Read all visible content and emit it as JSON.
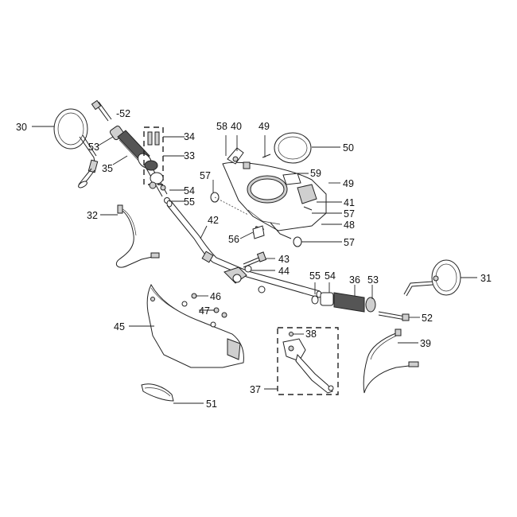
{
  "callouts": {
    "p30": "30",
    "p53a": "53",
    "p52a": "-52",
    "p35": "35",
    "p34": "34",
    "p33": "33",
    "p54a": "54",
    "p55a": "55",
    "p32": "32",
    "p42": "42",
    "p58": "58",
    "p40": "40",
    "p49a": "49",
    "p50": "50",
    "p57a": "57",
    "p59": "59",
    "p49b": "49",
    "p41": "41",
    "p57b": "57",
    "p48": "48",
    "p56": "56",
    "p57c": "57",
    "p43": "43",
    "p44": "44",
    "p55b": "55",
    "p54b": "54",
    "p36": "36",
    "p53b": "53",
    "p31": "31",
    "p52b": "52",
    "p46": "46",
    "p47": "47",
    "p45": "45",
    "p38": "38",
    "p39": "39",
    "p37": "37",
    "p51": "51"
  },
  "colors": {
    "line": "#222222",
    "background": "#ffffff",
    "shade": "#cfcfcf"
  }
}
